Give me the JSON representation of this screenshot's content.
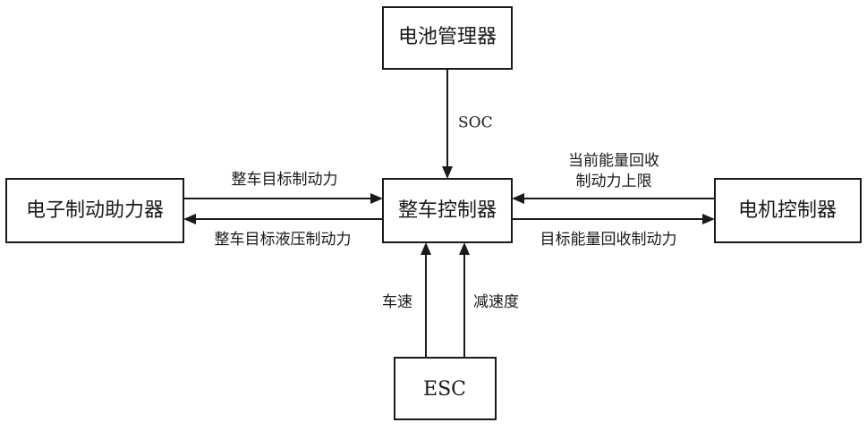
{
  "nodes": {
    "battery_manager": "电池管理器",
    "vehicle_controller": "整车控制器",
    "brake_booster": "电子制动助力器",
    "motor_controller": "电机控制器",
    "esc": "ESC"
  },
  "edges": {
    "soc": "SOC",
    "target_brake_force": "整车目标制动力",
    "target_hydraulic_brake_force": "整车目标液压制动力",
    "energy_recovery_limit_line1": "当前能量回收",
    "energy_recovery_limit_line2": "制动力上限",
    "target_energy_recovery_force": "目标能量回收制动力",
    "vehicle_speed": "车速",
    "deceleration": "减速度"
  }
}
